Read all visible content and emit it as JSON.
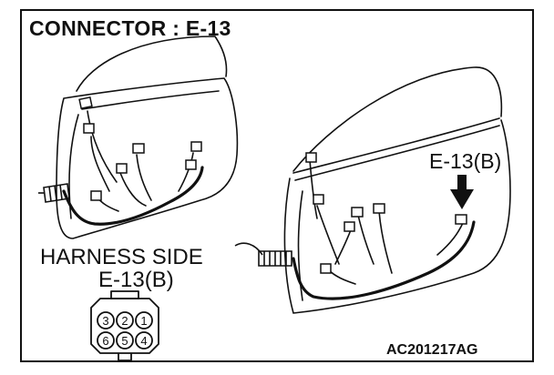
{
  "title": "CONNECTOR : E-13",
  "harness_side": {
    "label": "HARNESS SIDE",
    "connector": "E-13(B)"
  },
  "callout": "E-13(B)",
  "terminals": [
    "3",
    "2",
    "1",
    "6",
    "5",
    "4"
  ],
  "figure_code": "AC201217AG",
  "colors": {
    "ink": "#111111",
    "background": "#ffffff"
  }
}
